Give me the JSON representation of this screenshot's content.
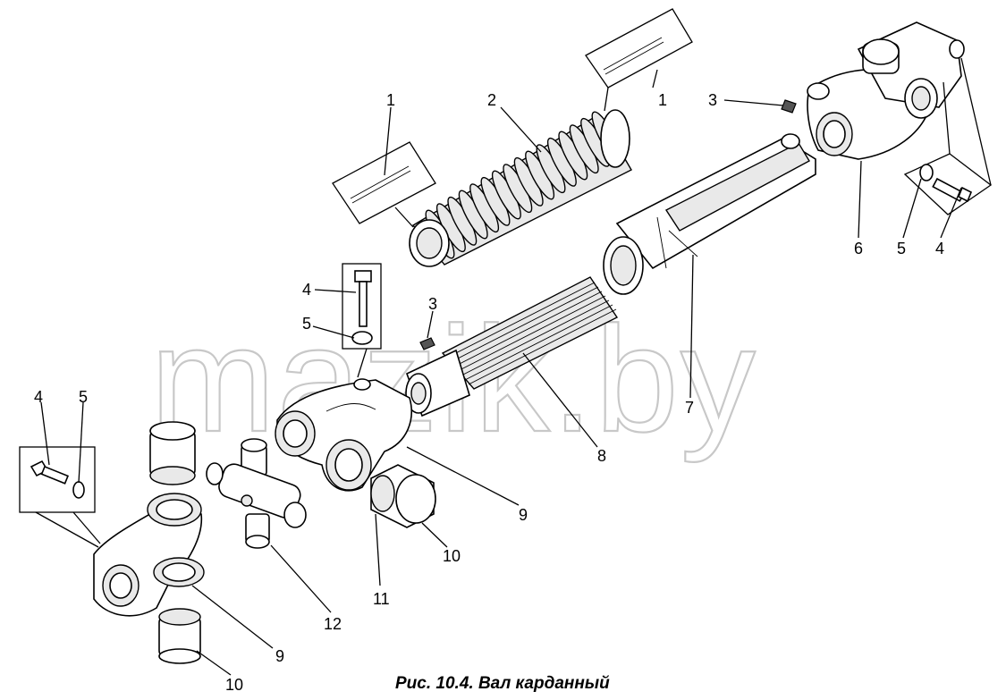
{
  "caption": {
    "prefix": "Рис.",
    "text": " 10.4. Вал карданный"
  },
  "watermark": "mazik.by",
  "callouts": {
    "c1a": "1",
    "c1b": "1",
    "c2": "2",
    "c3a": "3",
    "c3b": "3",
    "c4a": "4",
    "c4b": "4",
    "c4c": "4",
    "c5a": "5",
    "c5b": "5",
    "c5c": "5",
    "c6": "6",
    "c7": "7",
    "c8": "8",
    "c9a": "9",
    "c9b": "9",
    "c10a": "10",
    "c10b": "10",
    "c11": "11",
    "c12": "12"
  }
}
